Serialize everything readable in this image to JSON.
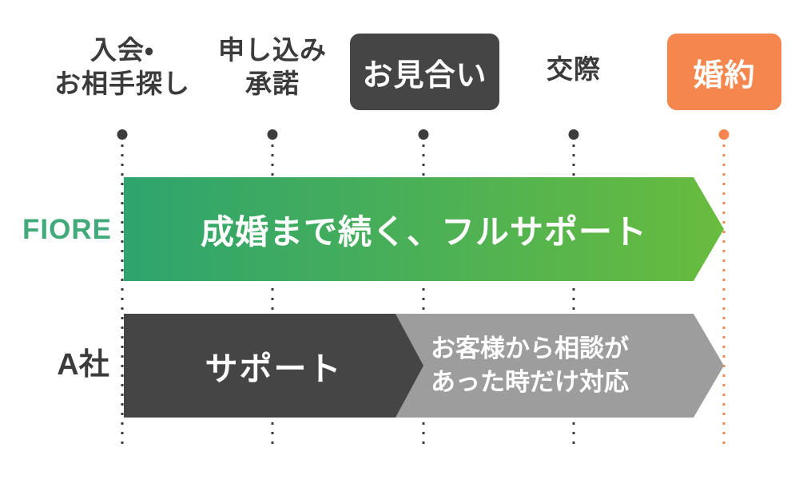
{
  "colors": {
    "dark": "#454545",
    "gray": "#9d9d9d",
    "orange": "#f5864e",
    "green_start": "#2ea46e",
    "green_end": "#68bc3e",
    "fiore_green": "#41a97a",
    "label_text": "#3b3b3b",
    "line_dark": "#3d3d3d"
  },
  "stages": [
    {
      "id": "join-search",
      "label": "入会・\nお相手探し",
      "style": "plain"
    },
    {
      "id": "apply-accept",
      "label": "申し込み\n承諾",
      "style": "plain"
    },
    {
      "id": "omiai",
      "label": "お見合い",
      "style": "dark-badge"
    },
    {
      "id": "dating",
      "label": "交際",
      "style": "plain"
    },
    {
      "id": "engagement",
      "label": "婚約",
      "style": "orange-badge"
    }
  ],
  "timeline": {
    "dot_count": 5,
    "highlight_column": "婚約"
  },
  "rows": {
    "fiore": {
      "label": "FIORE",
      "arrow_text": "成婚まで続く、フルサポート"
    },
    "company_a": {
      "label": "A社",
      "support_text": "サポート",
      "limited_text": "お客様から相談が\nあった時だけ対応"
    }
  }
}
